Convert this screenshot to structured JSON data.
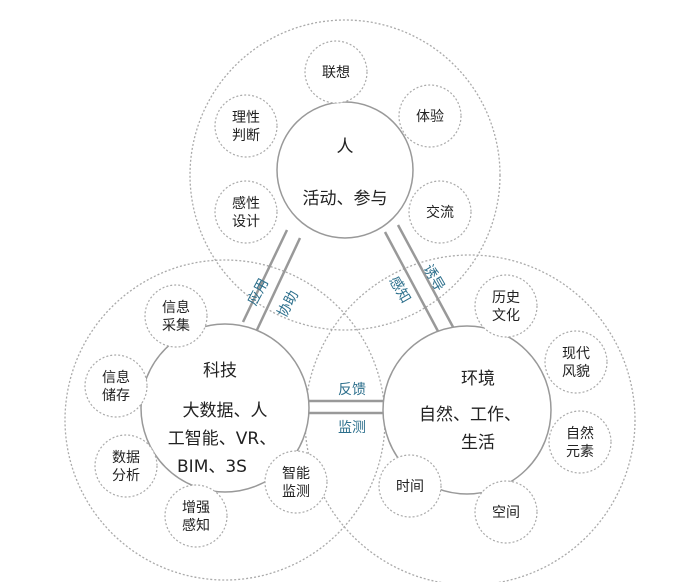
{
  "people": {
    "title": "人",
    "subtitle": "活动、参与"
  },
  "tech": {
    "title": "科技",
    "line1": "大数据、人",
    "line2": "工智能、VR、",
    "line3": "BIM、3S"
  },
  "env": {
    "title": "环境",
    "line1": "自然、工作、",
    "line2": "生活"
  },
  "links": {
    "apply": "应用",
    "assist": "协助",
    "induce": "诱导",
    "perceive": "感知",
    "feedback": "反馈",
    "monitor": "监测"
  },
  "nodes": {
    "lianxiang": [
      "联想"
    ],
    "tiyan": [
      "体验"
    ],
    "lixing": [
      "理性",
      "判断"
    ],
    "ganxing": [
      "感性",
      "设计"
    ],
    "jiaoliu": [
      "交流"
    ],
    "lishi": [
      "历史",
      "文化"
    ],
    "xiandai": [
      "现代",
      "风貌"
    ],
    "ziran": [
      "自然",
      "元素"
    ],
    "kongjian": [
      "空间"
    ],
    "shijian": [
      "时间"
    ],
    "caiji": [
      "信息",
      "采集"
    ],
    "chucun": [
      "信息",
      "储存"
    ],
    "fenxi": [
      "数据",
      "分析"
    ],
    "zengqiang": [
      "增强",
      "感知"
    ],
    "jiance": [
      "智能",
      "监测"
    ]
  }
}
